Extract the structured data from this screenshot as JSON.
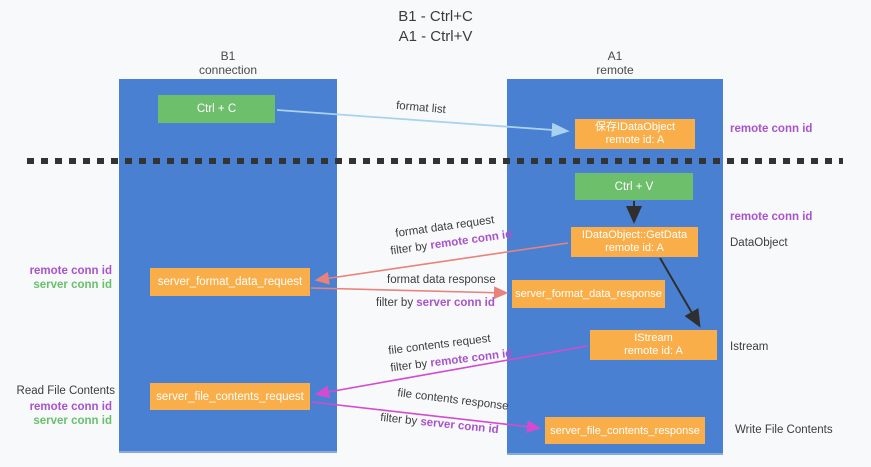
{
  "title": {
    "line1": "B1 - Ctrl+C",
    "line2": "A1 - Ctrl+V"
  },
  "lanes": {
    "b1": {
      "name": "B1",
      "role": "connection"
    },
    "a1": {
      "name": "A1",
      "role": "remote"
    }
  },
  "boxes": {
    "ctrl_c": {
      "label": "Ctrl + C"
    },
    "ctrl_v": {
      "label": "Ctrl + V"
    },
    "save_dataobject": {
      "line1": "保存IDataObject",
      "line2": "remote id: A"
    },
    "getdata": {
      "line1": "IDataObject::GetData",
      "line2": "remote id: A"
    },
    "istream": {
      "line1": "IStream",
      "line2": "remote id: A"
    },
    "server_format_data_request": {
      "label": "server_format_data_request"
    },
    "server_format_data_response": {
      "label": "server_format_data_response"
    },
    "server_file_contents_request": {
      "label": "server_file_contents_request"
    },
    "server_file_contents_response": {
      "label": "server_file_contents_response"
    }
  },
  "flow_labels": {
    "format_list": "format list",
    "format_data_request": "format data request",
    "format_data_response": "format data response",
    "file_contents_request": "file contents request",
    "file_contents_response": "file contents response",
    "filter_by": "filter by",
    "remote_conn_id": "remote conn id",
    "server_conn_id": "server conn id"
  },
  "side_labels": {
    "remote_conn_id": "remote conn id",
    "server_conn_id": "server conn id",
    "data_object": "DataObject",
    "istream": "Istream",
    "read_file_contents": "Read File Contents",
    "write_file_contents": "Write File Contents"
  },
  "colors": {
    "lane_blue": "#4a80d2",
    "box_green": "#6dbf6c",
    "box_orange": "#f9ae49",
    "arrow_lightblue": "#a9d2f0",
    "arrow_salmon": "#e8837c",
    "arrow_magenta": "#d44bd0",
    "arrow_black": "#2f2f2f",
    "label_purple": "#a953cb",
    "label_green": "#68c06e"
  }
}
